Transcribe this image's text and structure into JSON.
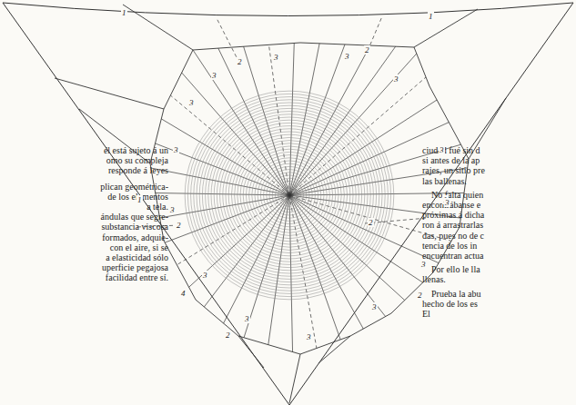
{
  "diagram": {
    "labels": [
      "él está sujeto á un",
      "omo su compleja",
      "responde á leyes",
      "plican geométrica-",
      "de los elementos",
      "a tela.",
      "ándulas que segre-",
      "substancia viscosa",
      "formados, adquie-",
      "con el aire, si se",
      "a elasticidad sólo",
      "uperficie pegajosa",
      "facilidad entre sí.",
      "ciudad fué sin d",
      "si antes de la ap",
      "rajes, un sitio pre",
      "las ballenas.",
      "No falta quien",
      "encontrábanse e",
      "próximas á dicha",
      "ron á arrastrarlas",
      "das, pues no de c",
      "tencia de los in",
      "encuentran actua",
      "Por ello le lla",
      "llenas.",
      "Prueba la abu",
      "hecho de los es",
      "El",
      "1",
      "1",
      "1",
      "1",
      "2",
      "2",
      "2",
      "2",
      "2",
      "2",
      "3",
      "3",
      "3",
      "3",
      "3",
      "3",
      "3",
      "3",
      "3",
      "3",
      "3",
      "3",
      "3",
      "3",
      "4"
    ]
  }
}
